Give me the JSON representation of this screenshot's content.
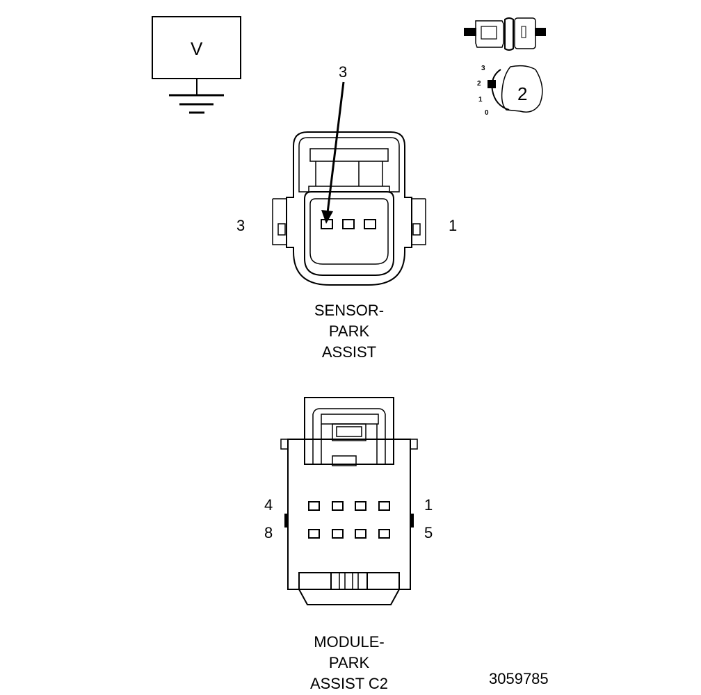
{
  "voltmeter": {
    "symbol": "V"
  },
  "tool_dial": {
    "ticks": [
      "3",
      "2",
      "1",
      "0"
    ],
    "selected": "2"
  },
  "sensor_connector": {
    "callout": "3",
    "pin_left": "3",
    "pin_right": "1",
    "title_lines": [
      "SENSOR-",
      "PARK",
      "ASSIST"
    ]
  },
  "module_connector": {
    "pin_top_left": "4",
    "pin_top_right": "1",
    "pin_bottom_left": "8",
    "pin_bottom_right": "5",
    "title_lines": [
      "MODULE-",
      "PARK",
      "ASSIST C2"
    ]
  },
  "figure_number": "3059785"
}
